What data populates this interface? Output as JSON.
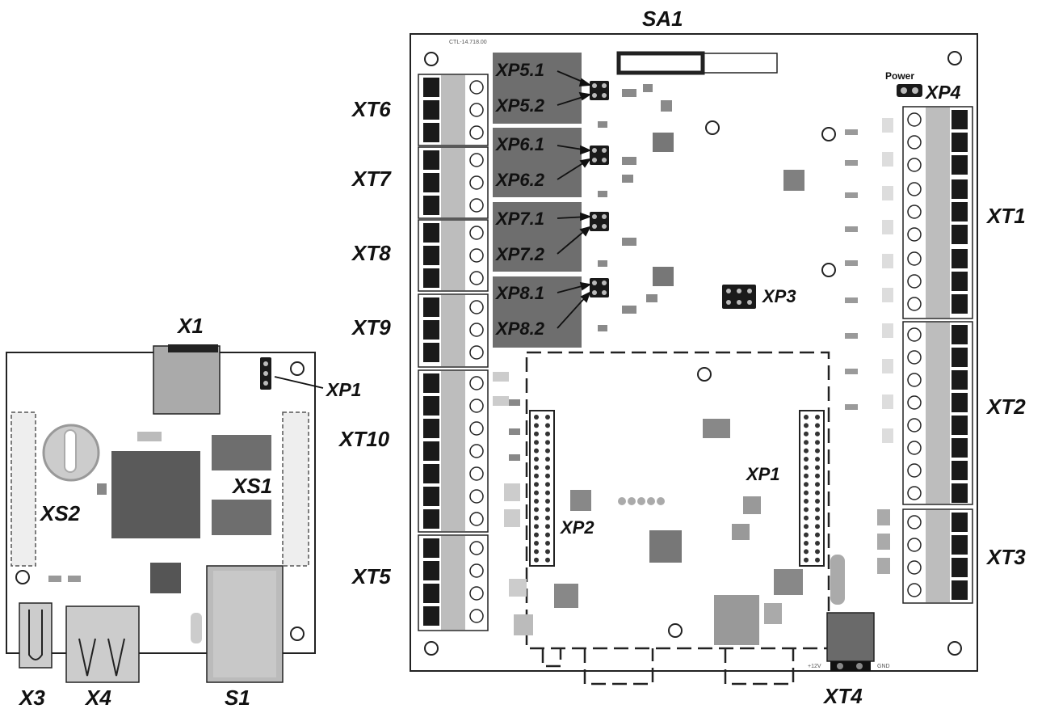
{
  "labels": {
    "sa1": "SA1",
    "xp4": "XP4",
    "power": "Power",
    "xt6": "XT6",
    "xt7": "XT7",
    "xt8": "XT8",
    "xt9": "XT9",
    "xt10": "XT10",
    "xt5": "XT5",
    "xt1": "XT1",
    "xt2": "XT2",
    "xt3": "XT3",
    "xt4": "XT4",
    "xp5_1": "XP5.1",
    "xp5_2": "XP5.2",
    "xp6_1": "XP6.1",
    "xp6_2": "XP6.2",
    "xp7_1": "XP7.1",
    "xp7_2": "XP7.2",
    "xp8_1": "XP8.1",
    "xp8_2": "XP8.2",
    "xp3": "XP3",
    "xp2_main": "XP2",
    "xp1_main": "XP1",
    "x1": "X1",
    "xp1_small": "XP1",
    "xs1": "XS1",
    "xs2": "XS2",
    "x3": "X3",
    "x4": "X4",
    "s1": "S1",
    "board_code": "CTL-14.718.00",
    "v12": "+12V",
    "gnd": "GND"
  },
  "colors": {
    "board_stroke": "#222222",
    "relay_fill": "#6e6e6e",
    "chip_fill": "#5a5a5a",
    "terminal_dark": "#1a1a1a",
    "terminal_light": "#bdbdbd"
  }
}
